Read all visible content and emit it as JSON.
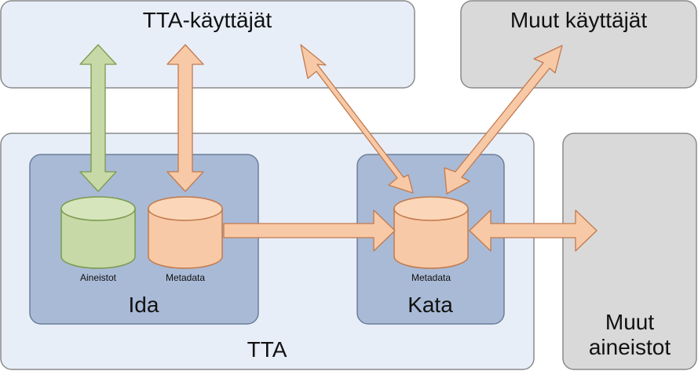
{
  "labels": {
    "tta_users": "TTA-käyttäjät",
    "other_users": "Muut käyttäjät",
    "tta": "TTA",
    "ida": "Ida",
    "kata": "Kata",
    "other_data_line1": "Muut",
    "other_data_line2": "aineistot",
    "aineistot": "Aineistot",
    "ida_metadata": "Metadata",
    "kata_metadata": "Metadata"
  },
  "colors": {
    "light_blue_box": "#e8eef8",
    "inner_blue_box": "#a9bad6",
    "gray_box": "#d9d9d9",
    "orange": "#f8c9a6",
    "green": "#c7d9a6"
  }
}
